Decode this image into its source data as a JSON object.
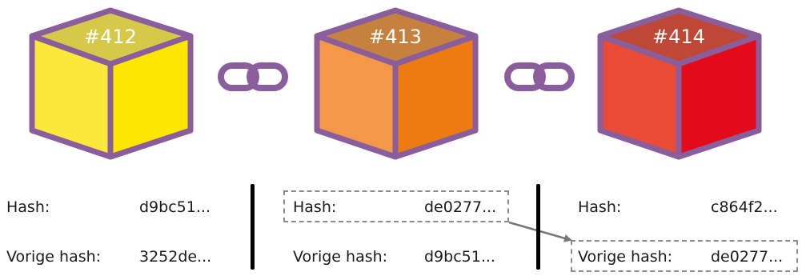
{
  "blocks": [
    {
      "label": "#412",
      "hash_label": "Hash:",
      "hash_value": "d9bc51...",
      "prev_label": "Vorige hash:",
      "prev_value": "3252de...",
      "colors": {
        "top": "#d6c848",
        "left": "#fce83a",
        "right": "#fde600"
      }
    },
    {
      "label": "#413",
      "hash_label": "Hash:",
      "hash_value": "de0277...",
      "prev_label": "Vorige hash:",
      "prev_value": "d9bc51...",
      "colors": {
        "top": "#c7813f",
        "left": "#f39847",
        "right": "#ee7a12"
      }
    },
    {
      "label": "#414",
      "hash_label": "Hash:",
      "hash_value": "c864f2...",
      "prev_label": "Vorige hash:",
      "prev_value": "de0277...",
      "colors": {
        "top": "#bf4735",
        "left": "#e94b36",
        "right": "#e30b1a"
      }
    }
  ],
  "link_icon": "chain-link-icon",
  "outline_color": "#8a5e9c",
  "link_color": "#8a5e9c",
  "arrow_color": "#777777"
}
